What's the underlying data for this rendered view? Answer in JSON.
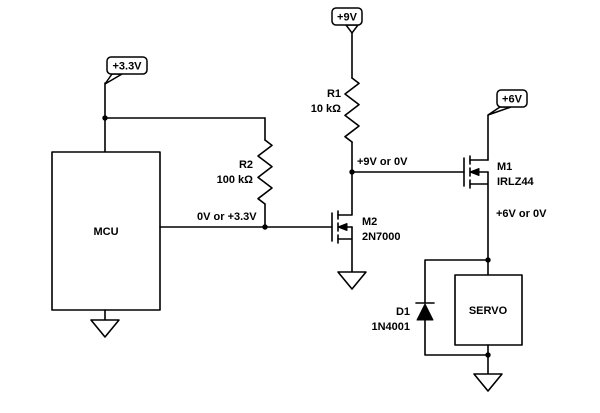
{
  "diagram": {
    "type": "circuit-schematic",
    "background": "#ffffff",
    "wire_color": "#000000"
  },
  "supplies": {
    "v33": "+3.3V",
    "v9": "+9V",
    "v6": "+6V"
  },
  "blocks": {
    "mcu": "MCU",
    "servo": "SERVO"
  },
  "components": {
    "r1": {
      "name": "R1",
      "value": "10 kΩ"
    },
    "r2": {
      "name": "R2",
      "value": "100 kΩ"
    },
    "m1": {
      "name": "M1",
      "value": "IRLZ44"
    },
    "m2": {
      "name": "M2",
      "value": "2N7000"
    },
    "d1": {
      "name": "D1",
      "value": "1N4001"
    }
  },
  "nets": {
    "mcu_out": "0V or +3.3V",
    "m2_drain": "+9V or 0V",
    "m1_source": "+6V or 0V"
  }
}
